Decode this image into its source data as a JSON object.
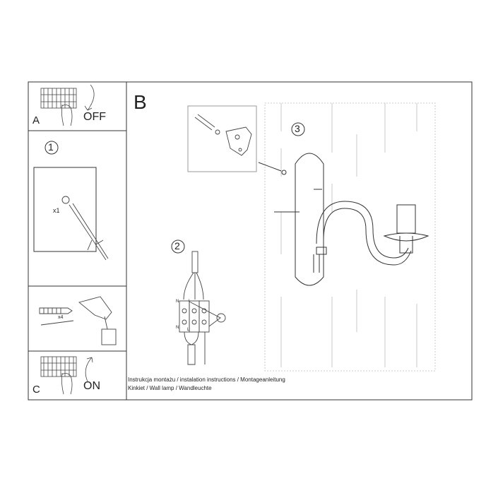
{
  "sections": {
    "a": {
      "letter": "A",
      "action": "OFF"
    },
    "b": {
      "letter": "B"
    },
    "c": {
      "letter": "C",
      "action": "ON"
    }
  },
  "steps": {
    "step1": {
      "number": "1",
      "quantity": "x1"
    },
    "step2": {
      "number": "2",
      "terminal_labels": [
        "N",
        "L",
        "N",
        "L"
      ]
    },
    "step3": {
      "number": "3"
    },
    "drill": {
      "quantity": "x4"
    }
  },
  "footer": {
    "line1": "Instrukcja montażu / instalation instructions / Montageanleitung",
    "line2": "Kinkiet / Wall lamp / Wandleuchte"
  }
}
